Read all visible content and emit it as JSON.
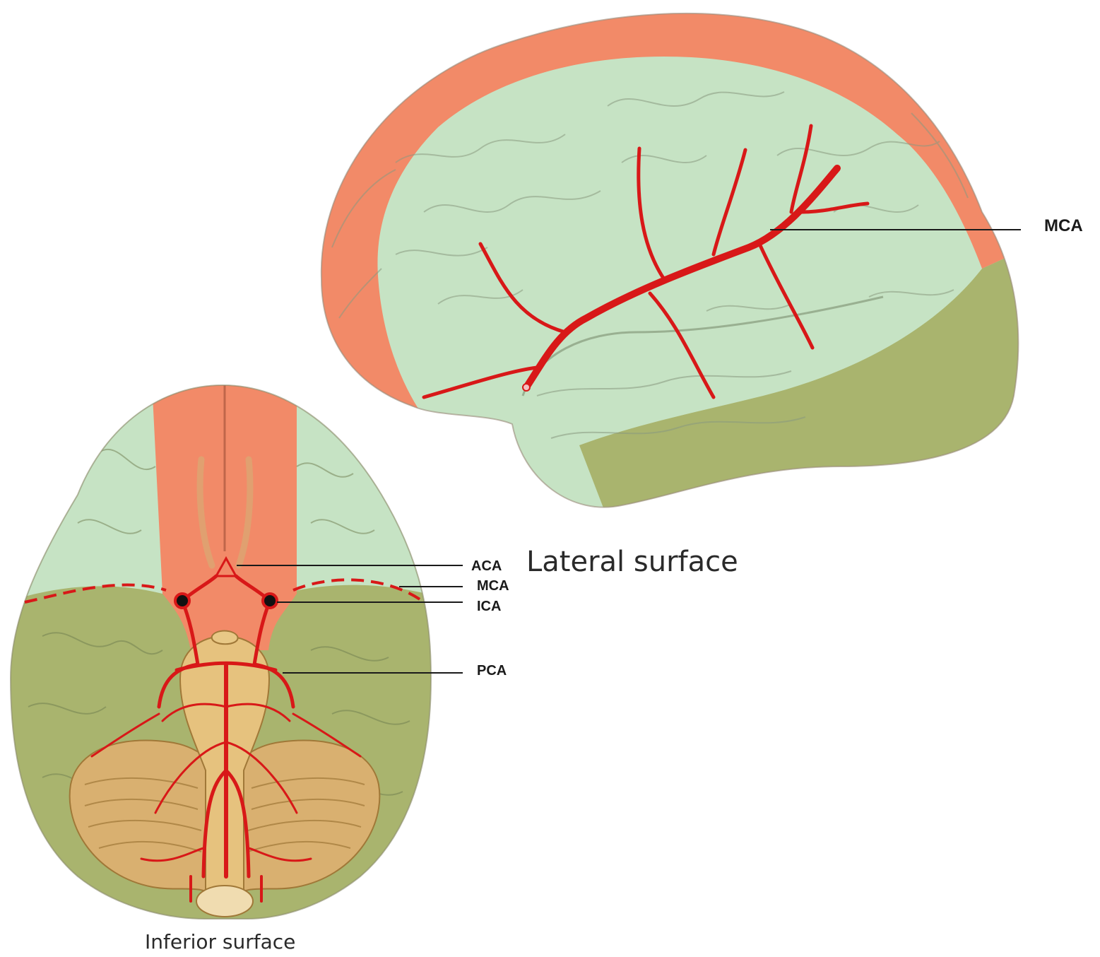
{
  "labels": {
    "mca_lateral": "MCA",
    "lateral_surface": "Lateral surface",
    "aca": "ACA",
    "mca_inferior": "MCA",
    "ica": "ICA",
    "pca": "PCA",
    "inferior_surface": "Inferior surface"
  },
  "colors": {
    "aca_territory": "#f28a68",
    "mca_territory": "#c6e3c4",
    "pca_territory": "#a9b46e",
    "artery": "#d81818",
    "cerebellum": "#d9b070"
  }
}
